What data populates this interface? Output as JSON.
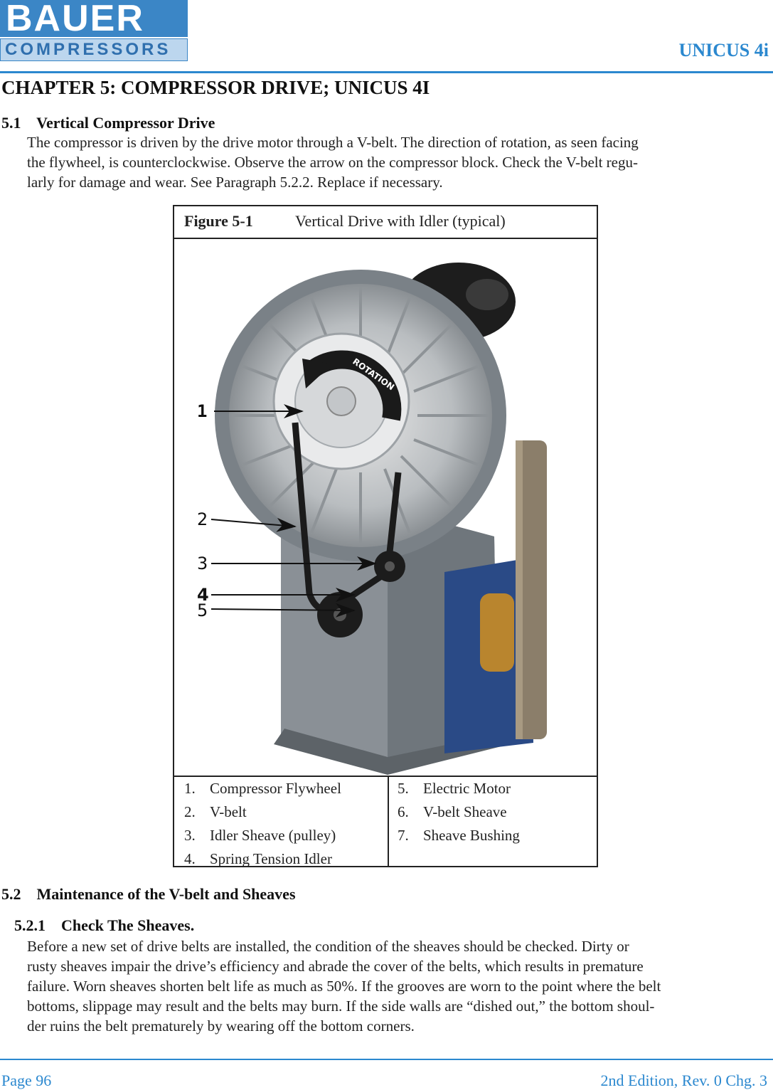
{
  "header": {
    "logo_top": "BAUER",
    "logo_bottom": "COMPRESSORS",
    "product": "UNICUS 4i"
  },
  "chapter_title": "CHAPTER 5:  COMPRESSOR DRIVE; UNICUS 4I",
  "section_5_1": {
    "heading": "5.1    Vertical Compressor Drive",
    "lines": [
      "The compressor is driven by the drive motor through a V-belt. The direction of rotation, as seen facing",
      "the flywheel, is counterclockwise. Observe the arrow on the compressor block. Check the V-belt regu-",
      "larly for damage and wear. See Paragraph 5.2.2. Replace if necessary."
    ]
  },
  "figure": {
    "label": "Figure 5-1",
    "title": "Vertical Drive with Idler (typical)",
    "rotation_text": "ROTATION",
    "callouts": [
      "1",
      "2",
      "3",
      "4",
      "5"
    ],
    "legend_left": [
      {
        "num": "1.",
        "text": "Compressor Flywheel"
      },
      {
        "num": "2.",
        "text": "V-belt"
      },
      {
        "num": "3.",
        "text": "Idler Sheave (pulley)"
      },
      {
        "num": "4.",
        "text": "Spring Tension Idler"
      }
    ],
    "legend_right": [
      {
        "num": "5.",
        "text": "Electric Motor"
      },
      {
        "num": "6.",
        "text": "V-belt Sheave"
      },
      {
        "num": "7.",
        "text": "Sheave Bushing"
      }
    ]
  },
  "section_5_2": {
    "heading": "5.2    Maintenance of the V-belt and Sheaves"
  },
  "section_5_2_1": {
    "heading": "5.2.1    Check The Sheaves.",
    "lines": [
      "Before a new set of drive belts are installed, the condition of the sheaves should be checked. Dirty or",
      "rusty sheaves impair the drive’s efficiency and abrade the cover of the belts, which results in premature",
      "failure. Worn sheaves shorten belt life as much as 50%. If the grooves are worn to the point where the belt",
      "bottoms, slippage may result and the belts may burn. If the side walls are “dished out,” the bottom shoul-",
      "der ruins the belt prematurely by wearing off the bottom corners."
    ]
  },
  "footer": {
    "page": "Page 96",
    "edition": "2nd Edition, Rev. 0 Chg. 3"
  },
  "colors": {
    "accent": "#2b88cf",
    "logo_blue": "#3b86c6"
  }
}
